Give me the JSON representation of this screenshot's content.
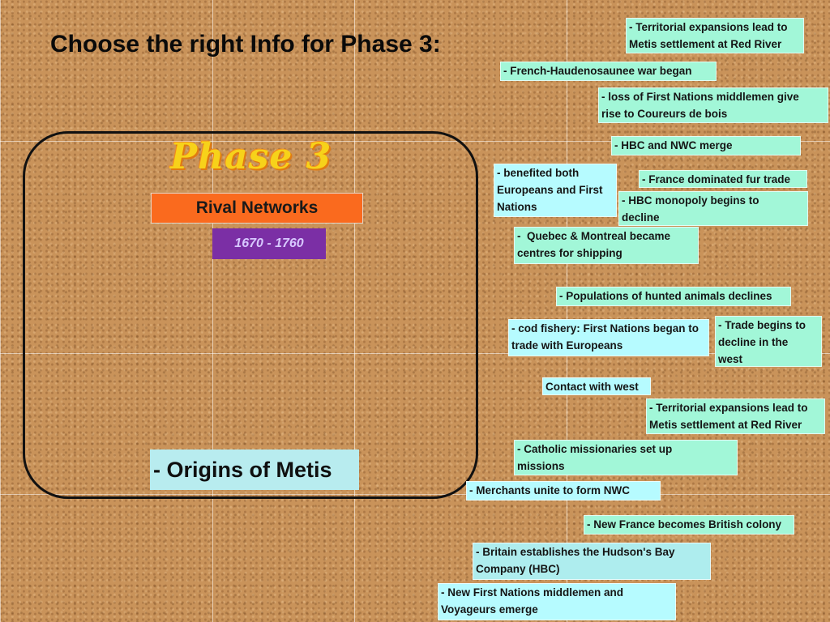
{
  "slide": {
    "title": "Choose the right Info for Phase 3:"
  },
  "phase_box": {
    "phase_label": "Phase 3",
    "rival_label": "Rival Networks",
    "dates_label": "1670 - 1760",
    "origins_label": "- Origins of Metis"
  },
  "cards": [
    {
      "text": "- Territorial expansions lead to\nMetis settlement at Red River"
    },
    {
      "text": "- French-Haudenosaunee war began"
    },
    {
      "text": "- loss of First Nations middlemen give\nrise to Coureurs de bois"
    },
    {
      "text": "- HBC and NWC merge"
    },
    {
      "text": "- benefited both\nEuropeans and First\nNations"
    },
    {
      "text": "- France dominated fur trade"
    },
    {
      "text": "- HBC monopoly begins to\ndecline"
    },
    {
      "text": "-  Quebec & Montreal became\ncentres for shipping"
    },
    {
      "text": "- Populations of hunted animals declines"
    },
    {
      "text": "- cod fishery: First Nations began to\ntrade with Europeans"
    },
    {
      "text": "- Trade begins to\ndecline in the\nwest"
    },
    {
      "text": "Contact with west"
    },
    {
      "text": "- Territorial expansions lead to\nMetis settlement at Red River"
    },
    {
      "text": "- Catholic missionaries set up\nmissions"
    },
    {
      "text": "- Merchants unite to form NWC"
    },
    {
      "text": "- New France becomes British colony"
    },
    {
      "text": "- Britain establishes the Hudson's Bay\nCompany (HBC)"
    },
    {
      "text": "- New First Nations middlemen and\nVoyageurs emerge"
    }
  ]
}
